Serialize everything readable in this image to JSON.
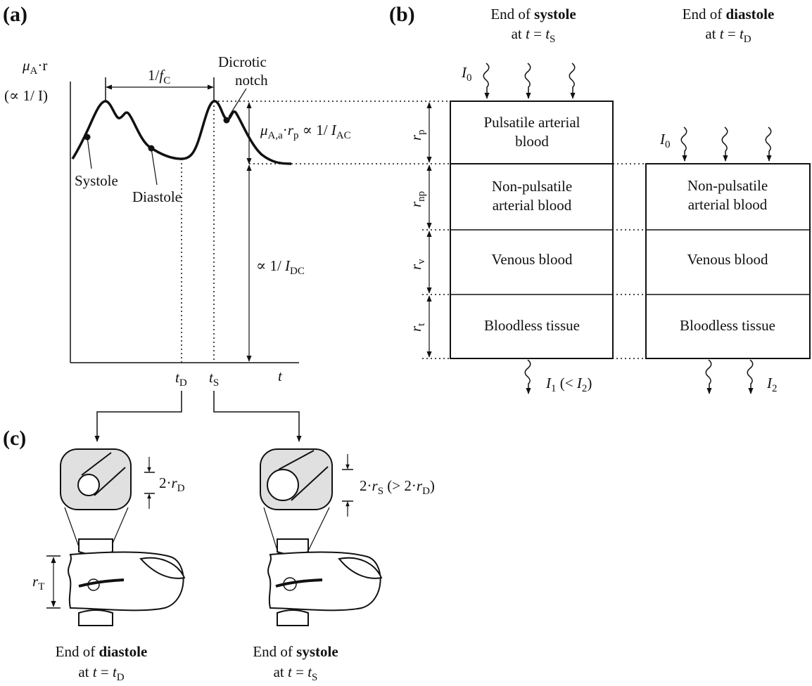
{
  "panel_labels": {
    "a": "(a)",
    "b": "(b)",
    "c": "(c)"
  },
  "panel_a": {
    "y_axis_label": {
      "symbol": "μ",
      "sub": "A",
      "rest": "·r"
    },
    "y_axis_prop": "(∝ 1/ I)",
    "period": {
      "prefix": "1/",
      "f": "f",
      "sub": "C"
    },
    "dicrotic_line1": "Dicrotic",
    "dicrotic_line2": "notch",
    "ac_label": {
      "mu": "μ",
      "sub1": "A,a",
      "dot": "·",
      "r": "r",
      "sub2": "p",
      "rest": " ∝ 1/ ",
      "I": "I",
      "sub3": "AC"
    },
    "dc_label": {
      "rest": "∝ 1/ ",
      "I": "I",
      "sub": "DC"
    },
    "systole": "Systole",
    "diastole": "Diastole",
    "tD": {
      "t": "t",
      "sub": "D"
    },
    "tS": {
      "t": "t",
      "sub": "S"
    },
    "x_axis": "t"
  },
  "panel_b": {
    "systole_header": {
      "pre": "End of ",
      "bold": "systole",
      "line2_pre": "at ",
      "t": "t",
      "eq": " = ",
      "t2": "t",
      "sub": "S"
    },
    "diastole_header": {
      "pre": "End of ",
      "bold": "diastole",
      "line2_pre": "at ",
      "t": "t",
      "eq": " = ",
      "t2": "t",
      "sub": "D"
    },
    "I0": {
      "I": "I",
      "sub": "0"
    },
    "systole_layers": [
      {
        "line1": "Pulsatile arterial",
        "line2": "blood"
      },
      {
        "line1": "Non-pulsatile",
        "line2": "arterial blood"
      },
      {
        "line1": "Venous blood",
        "line2": ""
      },
      {
        "line1": "Bloodless tissue",
        "line2": ""
      }
    ],
    "diastole_layers": [
      {
        "line1": "Non-pulsatile",
        "line2": "arterial blood"
      },
      {
        "line1": "Venous blood",
        "line2": ""
      },
      {
        "line1": "Bloodless tissue",
        "line2": ""
      }
    ],
    "thickness_labels": [
      {
        "r": "r",
        "sub": "p"
      },
      {
        "r": "r",
        "sub": "np"
      },
      {
        "r": "r",
        "sub": "v"
      },
      {
        "r": "r",
        "sub": "t"
      }
    ],
    "I1": {
      "I": "I",
      "sub": "1",
      "rest": " (< ",
      "I2": "I",
      "sub2": "2",
      "close": ")"
    },
    "I2": {
      "I": "I",
      "sub": "2"
    }
  },
  "panel_c": {
    "left_dim": {
      "pre": "2·",
      "r": "r",
      "sub": "D"
    },
    "right_dim": {
      "pre": "2·",
      "r": "r",
      "sub": "S",
      "rest": " (> 2·",
      "r2": "r",
      "sub2": "D",
      "close": ")"
    },
    "rT": {
      "r": "r",
      "sub": "T"
    },
    "left_caption": {
      "pre": "End of ",
      "bold": "diastole",
      "line2_pre": "at ",
      "t": "t",
      "eq": " = ",
      "t2": "t",
      "sub": "D"
    },
    "right_caption": {
      "pre": "End of ",
      "bold": "systole",
      "line2_pre": "at ",
      "t": "t",
      "eq": " = ",
      "t2": "t",
      "sub": "S"
    }
  }
}
